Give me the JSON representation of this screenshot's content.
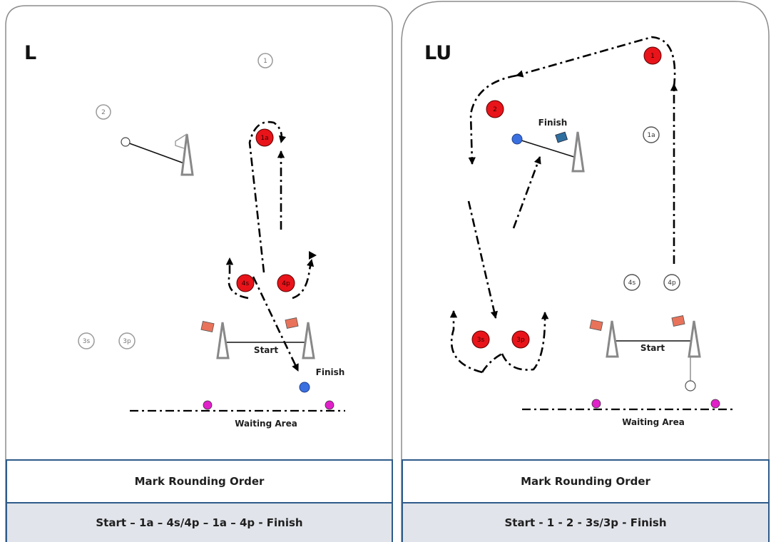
{
  "left_panel": {
    "course_code": "L",
    "marks": [
      {
        "id": "m1",
        "label": "1",
        "style": "outline"
      },
      {
        "id": "m2",
        "label": "2",
        "style": "outline"
      },
      {
        "id": "m1a",
        "label": "1a",
        "style": "filled"
      },
      {
        "id": "m4s",
        "label": "4s",
        "style": "filled"
      },
      {
        "id": "m4p",
        "label": "4p",
        "style": "filled"
      },
      {
        "id": "m3s",
        "label": "3s",
        "style": "outline"
      },
      {
        "id": "m3p",
        "label": "3p",
        "style": "outline"
      }
    ],
    "start_label": "Start",
    "finish_label": "Finish",
    "waiting_area_label": "Waiting Area",
    "order_heading": "Mark Rounding Order",
    "order_sequence": "Start – 1a – 4s/4p – 1a – 4p - Finish"
  },
  "right_panel": {
    "course_code": "LU",
    "marks": [
      {
        "id": "m1",
        "label": "1",
        "style": "filled"
      },
      {
        "id": "m2",
        "label": "2",
        "style": "filled"
      },
      {
        "id": "m1a",
        "label": "1a",
        "style": "outline"
      },
      {
        "id": "m4s",
        "label": "4s",
        "style": "outline"
      },
      {
        "id": "m4p",
        "label": "4p",
        "style": "outline"
      },
      {
        "id": "m3s",
        "label": "3s",
        "style": "filled"
      },
      {
        "id": "m3p",
        "label": "3p",
        "style": "filled"
      }
    ],
    "start_label": "Start",
    "finish_label": "Finish",
    "waiting_area_label": "Waiting Area",
    "order_heading": "Mark Rounding Order",
    "order_sequence": "Start - 1 - 2 - 3s/3p - Finish"
  },
  "colors": {
    "mark_red": "#e8141a",
    "mark_outline": "#9a9a9a",
    "panel_border": "#2f5b8a",
    "sequence_background": "#e1e4ea",
    "finish_pin_blue": "#3a6fe0",
    "waiting_pin_magenta": "#e020c8",
    "start_flag": "#e8735a",
    "finish_flag_right": "#2f6fa0"
  },
  "icons": [
    "boat-icon",
    "flag-icon",
    "pin-icon",
    "arrow-icon"
  ]
}
